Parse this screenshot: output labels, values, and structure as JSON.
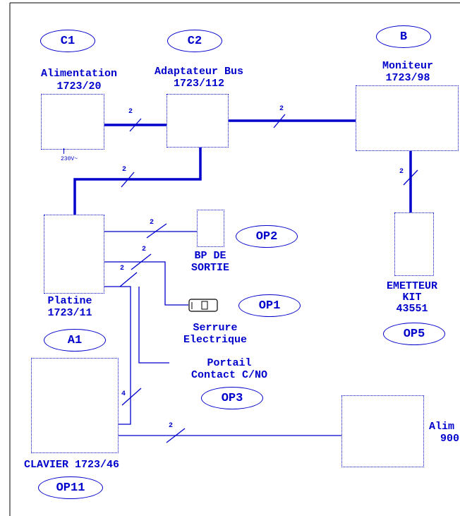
{
  "devices": {
    "c1": {
      "code": "C1",
      "name": "Alimentation",
      "ref": "1723/20",
      "note": "230V~"
    },
    "c2": {
      "code": "C2",
      "name": "Adaptateur Bus",
      "ref": "1723/112"
    },
    "b": {
      "code": "B",
      "name": "Moniteur",
      "ref": "1723/98"
    },
    "a1": {
      "code": "A1",
      "name": "Platine",
      "ref": "1723/11"
    },
    "op2": {
      "code": "OP2",
      "line1": "BP DE",
      "line2": "SORTIE"
    },
    "op1": {
      "code": "OP1",
      "line1": "Serrure",
      "line2": "Electrique"
    },
    "op3": {
      "code": "OP3",
      "line1": "Portail",
      "line2": "Contact C/NO"
    },
    "op5": {
      "code": "OP5",
      "line1": "EMETTEUR",
      "line2": "KIT",
      "line3": "43551"
    },
    "op11": {
      "code": "OP11",
      "name": "CLAVIER 1723/46"
    },
    "alim2": {
      "line1": "Alim",
      "line2": "900"
    }
  },
  "wire_counts": {
    "c1_c2": "2",
    "c2_b": "2",
    "c2_a1": "2",
    "b_op5": "2",
    "a1_op2": "2",
    "a1_op1": "2",
    "a1_op3": "2",
    "a1_op11": "4",
    "op11_alim": "2"
  },
  "colors": {
    "wire": "#0000cc",
    "text": "#0000cc",
    "frame": "#000000"
  }
}
